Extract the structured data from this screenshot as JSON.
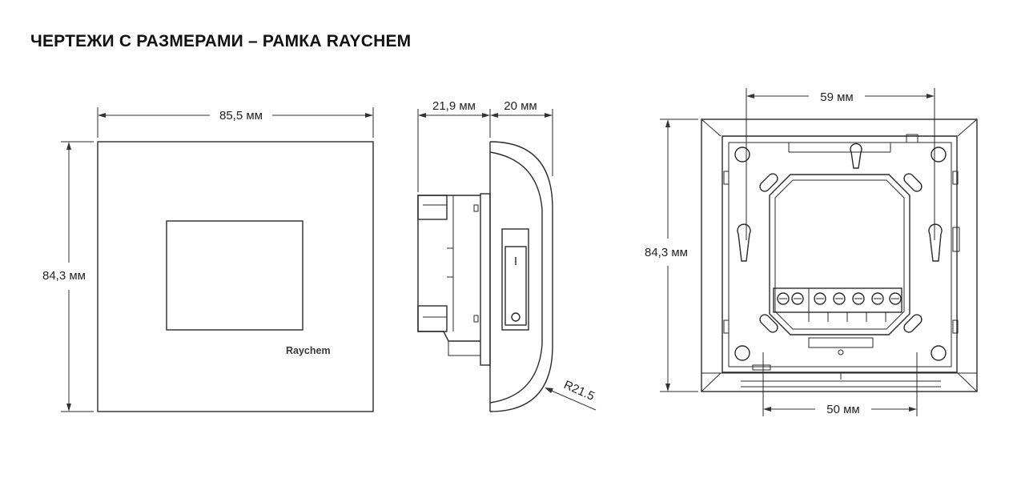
{
  "title": "ЧЕРТЕЖИ С РАЗМЕРАМИ – РАМКА RAYCHEM",
  "front_view": {
    "width_label": "85,5 мм",
    "height_label": "84,3 мм",
    "brand": "Raychem"
  },
  "side_view": {
    "depth_back_label": "21,9 мм",
    "depth_front_label": "20 мм",
    "radius_label": "R21.5",
    "switch_on_symbol": "I",
    "switch_off_symbol": "O"
  },
  "back_view": {
    "top_width_label": "59 мм",
    "bottom_width_label": "50 мм",
    "height_label": "84,3 мм"
  }
}
